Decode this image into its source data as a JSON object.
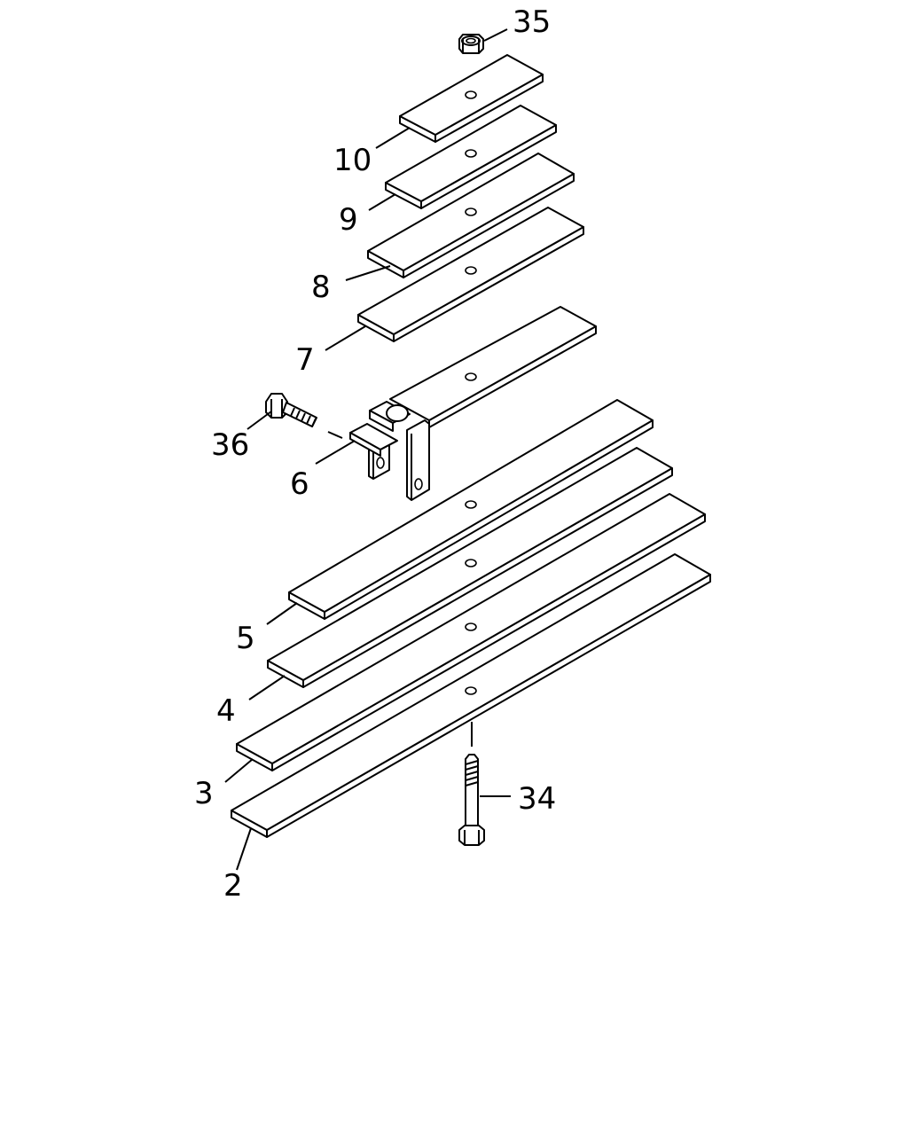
{
  "callouts": {
    "c35": "35",
    "c10": "10",
    "c9": "9",
    "c8": "8",
    "c7": "7",
    "c36": "36",
    "c6": "6",
    "c5": "5",
    "c4": "4",
    "c3": "3",
    "c2": "2",
    "c34": "34"
  }
}
